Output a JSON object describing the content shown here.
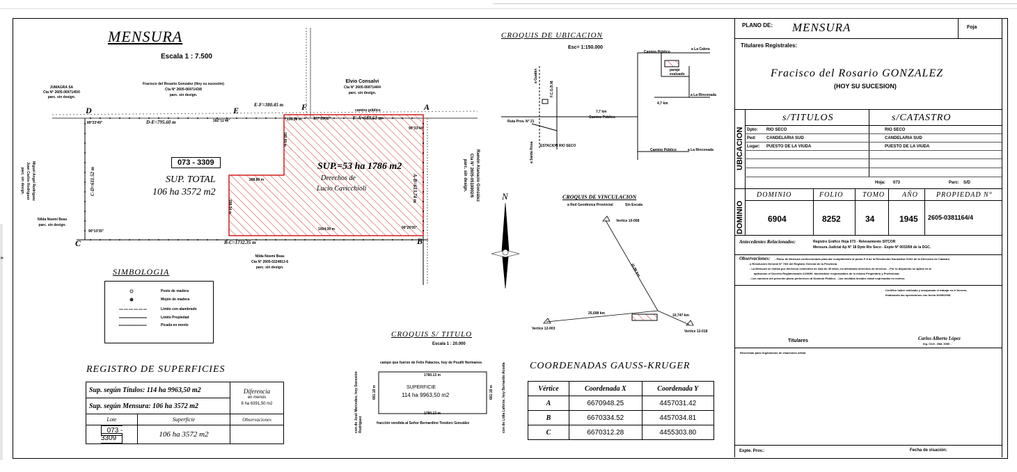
{
  "title": "MENSURA",
  "escala": "Escala 1 : 7.500",
  "owners": {
    "jumagra": [
      "JUMAGRA SA",
      "Cta N° 2605-0697145/0",
      "parc. sin design."
    ],
    "fracisco": [
      "Fracisco del Rosario Gonzalez   (Hoy su sucesión)",
      "Cta N° 2605-0697143/8",
      "parc. sin design."
    ],
    "elvio": [
      "Elvio Consalvi",
      "Cta N° 2605-0697144/4",
      "parc. sin design."
    ],
    "miguel": [
      "Miguel Angel Rodriguez",
      "Juan Carlos Rodriguez",
      "parc. sin design."
    ],
    "nilda_left": [
      "Nilda Noemí Beas",
      "parc. sin design."
    ],
    "nilda_bottom": [
      "Nilda Noemí Beas",
      "Cta N° 2605-0224813-6",
      "parc. sin design."
    ],
    "ramon": [
      "Ramón Atanacio González",
      "Cta N° 2605-0519902/6",
      "parc. sin design."
    ]
  },
  "vertices": {
    "A": "A",
    "B": "B",
    "C": "C",
    "D": "D",
    "E": "E",
    "F": "F"
  },
  "dims": {
    "ef": "E-F=380.45 m",
    "de": "D-E=795.60 m",
    "fa": "F-A=583.51 m",
    "cd": "C-D=611.52 m",
    "ab": "A-B=613.74 m",
    "bc": "B-C=1732.35 m",
    "d1": "136.18 m",
    "d2": "288.80 m",
    "d3": "1004.39 m",
    "d4": "180.80 m",
    "d5": "298.34 m",
    "ang_d": "89°33'49\"",
    "ang_e": "182°11'46\"",
    "ang_f": "177°29'32\"",
    "ang_a": "90°33'44\"",
    "ang_c": "90°10'35\"",
    "ang_b": "90°25'05\"",
    "camino": "camino público"
  },
  "survey": {
    "lot_label": "073 - 3309",
    "sup_total_1": "SUP. TOTAL",
    "sup_total_2": "106 ha 3572 m2",
    "sup_derechos": "SUP.=53 ha 1786 m2",
    "derechos_1": "Derechos de",
    "derechos_2": "Lucio Cavicchioli"
  },
  "ubicacion": {
    "title": "CROQUIS  DE  UBICACION",
    "escala": "Esc= 1:150.000",
    "labels": [
      "Camino Público",
      "a La Calera",
      "paraje evaluado",
      "a La Rinconada",
      "7,7 km",
      "Camino Público",
      "4,7 km",
      "Camino Público",
      "a La Rinconada",
      "F.C.G.B.M.",
      "Ruta Prov. N° 21",
      "ESTACION RIO SECO",
      "a Guatán",
      "a Santa Rosa"
    ]
  },
  "vinculacion": {
    "title": "CROQUIS  DE  VINCULACION",
    "labels": [
      "a Red Geodésica Provincial",
      "Sin Escala",
      "Vertice 10-008",
      "Vertice 12-003",
      "Vertice 12-018",
      "25,698 km",
      "10,747 km",
      "35,88 km"
    ]
  },
  "north": "N",
  "simbologia": {
    "title": "SIMBOLOGIA",
    "items": [
      "Poste de madera",
      "Mojón de madera",
      "Límite con alambrado",
      "Límite Propiedad",
      "Picada en monte"
    ]
  },
  "croquis_titulo": {
    "title": "CROQUIS  S/  TITULO",
    "escala": "Escala 1 : 20.000",
    "top": "campo que fueron de Felix Palacios, hoy de Pouilli Hermanos",
    "top_dim": "1780.13 m",
    "bottom_dim": "1780.13 m",
    "sup_label": "SUPERFICIE",
    "sup_value": "114 ha 9963,50 m2",
    "bottom": "fracción vendida al Señor Bernardino Teodoro González",
    "left": "con de José Mercedes, hoy Sucesión Rodriguez",
    "right": "con de Lidia Laforze, hoy Bernardo Acosta",
    "left_dim": "661.18 m",
    "right_dim": "661.18 m"
  },
  "registro": {
    "title": "REGISTRO  DE  SUPERFICIES",
    "sup_titulos": "Sup. según Títulos:  114 ha 9963,50 m2",
    "sup_mensura": "Sup. según Mensura:  106 ha 3572 m2",
    "diferencia": "Diferencia",
    "en_menos": "en menos",
    "dif_value": "8 ha 6391,50 m2",
    "col_lote": "Lote",
    "col_sup": "Superficie",
    "col_obs": "Observaciones",
    "lote": "073 - 3309",
    "sup": "106 ha 3572 m2"
  },
  "gauss": {
    "title": "COORDENADAS  GAUSS-KRUGER",
    "headers": [
      "Vértice",
      "Coordenada X",
      "Coordenada Y"
    ],
    "rows": [
      [
        "A",
        "6670948.25",
        "4457031.42"
      ],
      [
        "B",
        "6670334.52",
        "4457034.81"
      ],
      [
        "C",
        "6670312.28",
        "4455303.80"
      ]
    ]
  },
  "panel": {
    "plano_de_label": "PLANO DE:",
    "plano_de": "MENSURA",
    "foja": "Foja",
    "titulares_label": "Titulares Registrales:",
    "titular": "Fracisco del Rosario GONZALEZ",
    "titular_sub": "(HOY SU SUCESION)",
    "ubicacion_vert": "UBICACION",
    "s_titulos": "s/TITULOS",
    "s_catastro": "s/CATASTRO",
    "dpto_label": "Dpto:",
    "dpto": "RIO SECO",
    "ped_label": "Ped:",
    "ped": "CANDELARIA SUD",
    "lugar_label": "Lugar:",
    "lugar": "PUESTO DE LA VIUDA",
    "cat_dpto": "RIO SECO",
    "cat_ped": "CANDELARIA SUD",
    "cat_lugar": "PUESTO DE LA VIUDA",
    "hoja_label": "Hoja:",
    "hoja": "073",
    "parc_label": "Parc:",
    "parc": "S/D",
    "dominio_vert": "DOMINIO",
    "dom_headers": [
      "DOMINIO",
      "FOLIO",
      "TOMO",
      "AÑO",
      "PROPIEDAD N°"
    ],
    "dom_values": [
      "6904",
      "8252",
      "34",
      "1945",
      "2605-0381164/4"
    ],
    "antecedentes_label": "Antecedentes Relacionados:",
    "antecedentes": [
      "Registro Gráfico Hoja 073  -  Relevamiento SITCOR",
      "Mensura Judicial Ap N° 18   Dpto   Río Seco  -  Expte  N° 0033/69 de la DGC."
    ],
    "observaciones_label": "Observaciones:",
    "observaciones": [
      "-  Plano de Mensura confeccionado para dar cumplimiento al punto F-8 de la Resolución Normativa 01/02 de la Dirección de Catastro",
      "y Resolución General N° 7/03 del Registro General de la Provincia.",
      "-  La Mensura se realiza por derechos existentes de más de 30 años; no afectando derechos de terceros. - Por lo dispuesto se aplica en la",
      "aplicación el Decreto Reglamentario 2106/90, haciéndose responsables de lo mismo Propietario y Profesional.",
      "-  Los caminos del presente plano pertenecen al Dominio Público.     -  Las medidas lineales están expresadas en metros"
    ],
    "certifico": [
      "Certifico haber realizado y amojonado el trabajo en el terreno,",
      "finalizando las operaciones con fecha 30/09/2008."
    ],
    "titulares_sig": "Titulares",
    "prof_name": "Carlos Alberto López",
    "prof_title": "Ing. Civil  -  Mat. 2080 -",
    "reservado": "Reservado para Organismos de visaciones oficial",
    "expte": "Expte. Prov.:",
    "fecha": "Fecha de visación:"
  }
}
